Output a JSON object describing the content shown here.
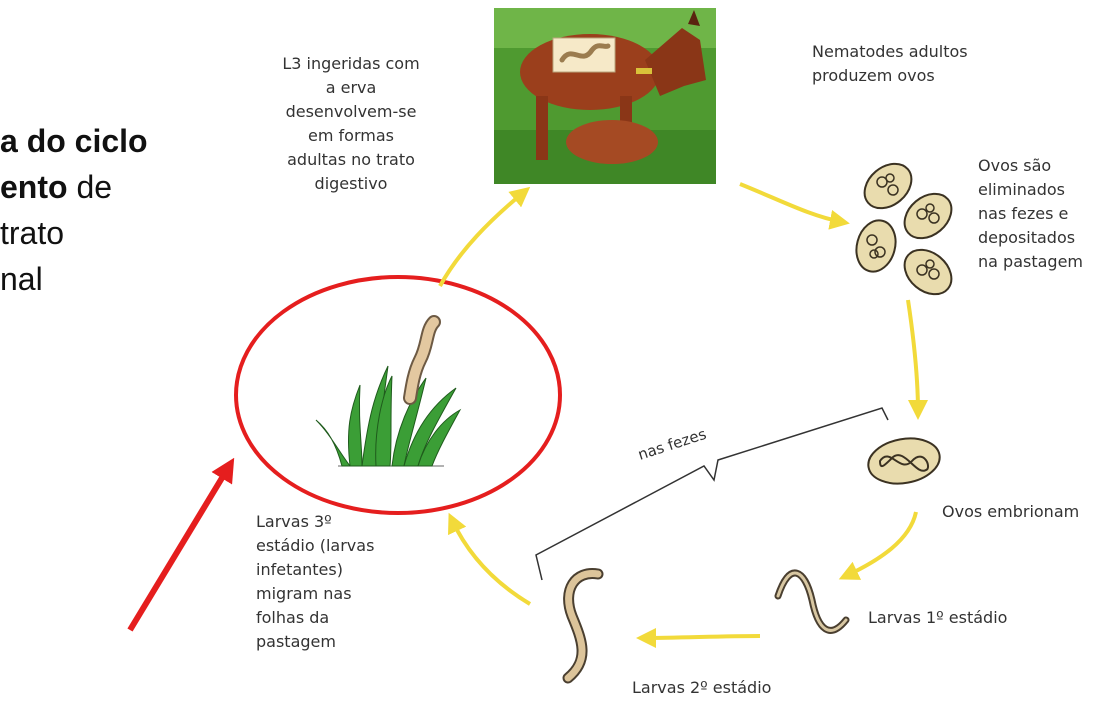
{
  "colors": {
    "arrow_yellow": "#f2da3a",
    "highlight_red": "#e51e1e",
    "grass_green": "#3b9e36",
    "text": "#333333"
  },
  "side_text": {
    "line1_bold": "a do ciclo",
    "line2_bold": "ento",
    "line2_rest": " de",
    "line3": "trato",
    "line4": "nal"
  },
  "labels": {
    "l3_ingested": [
      "L3 ingeridas com",
      "a erva",
      "desenvolvem-se",
      "em formas",
      "adultas no trato",
      "digestivo"
    ],
    "adults": [
      "Nematodes adultos",
      "produzem ovos"
    ],
    "eggs": [
      "Ovos são",
      "eliminados",
      "nas fezes e",
      "depositados",
      "na pastagem"
    ],
    "embryonate": [
      "Ovos embrionam"
    ],
    "larvae1": [
      "Larvas 1º estádio"
    ],
    "larvae2": [
      "Larvas 2º estádio"
    ],
    "larvae3": [
      "Larvas 3º",
      "estádio (larvas",
      "infetantes)",
      "migram nas",
      "folhas da",
      "pastagem"
    ],
    "bracket": "nas fezes"
  },
  "icons": [
    "goat-photo",
    "worm-icon",
    "eggs-icon",
    "embryonated-egg-icon",
    "larva-1-icon",
    "larva-2-icon",
    "grass-larva-icon"
  ]
}
